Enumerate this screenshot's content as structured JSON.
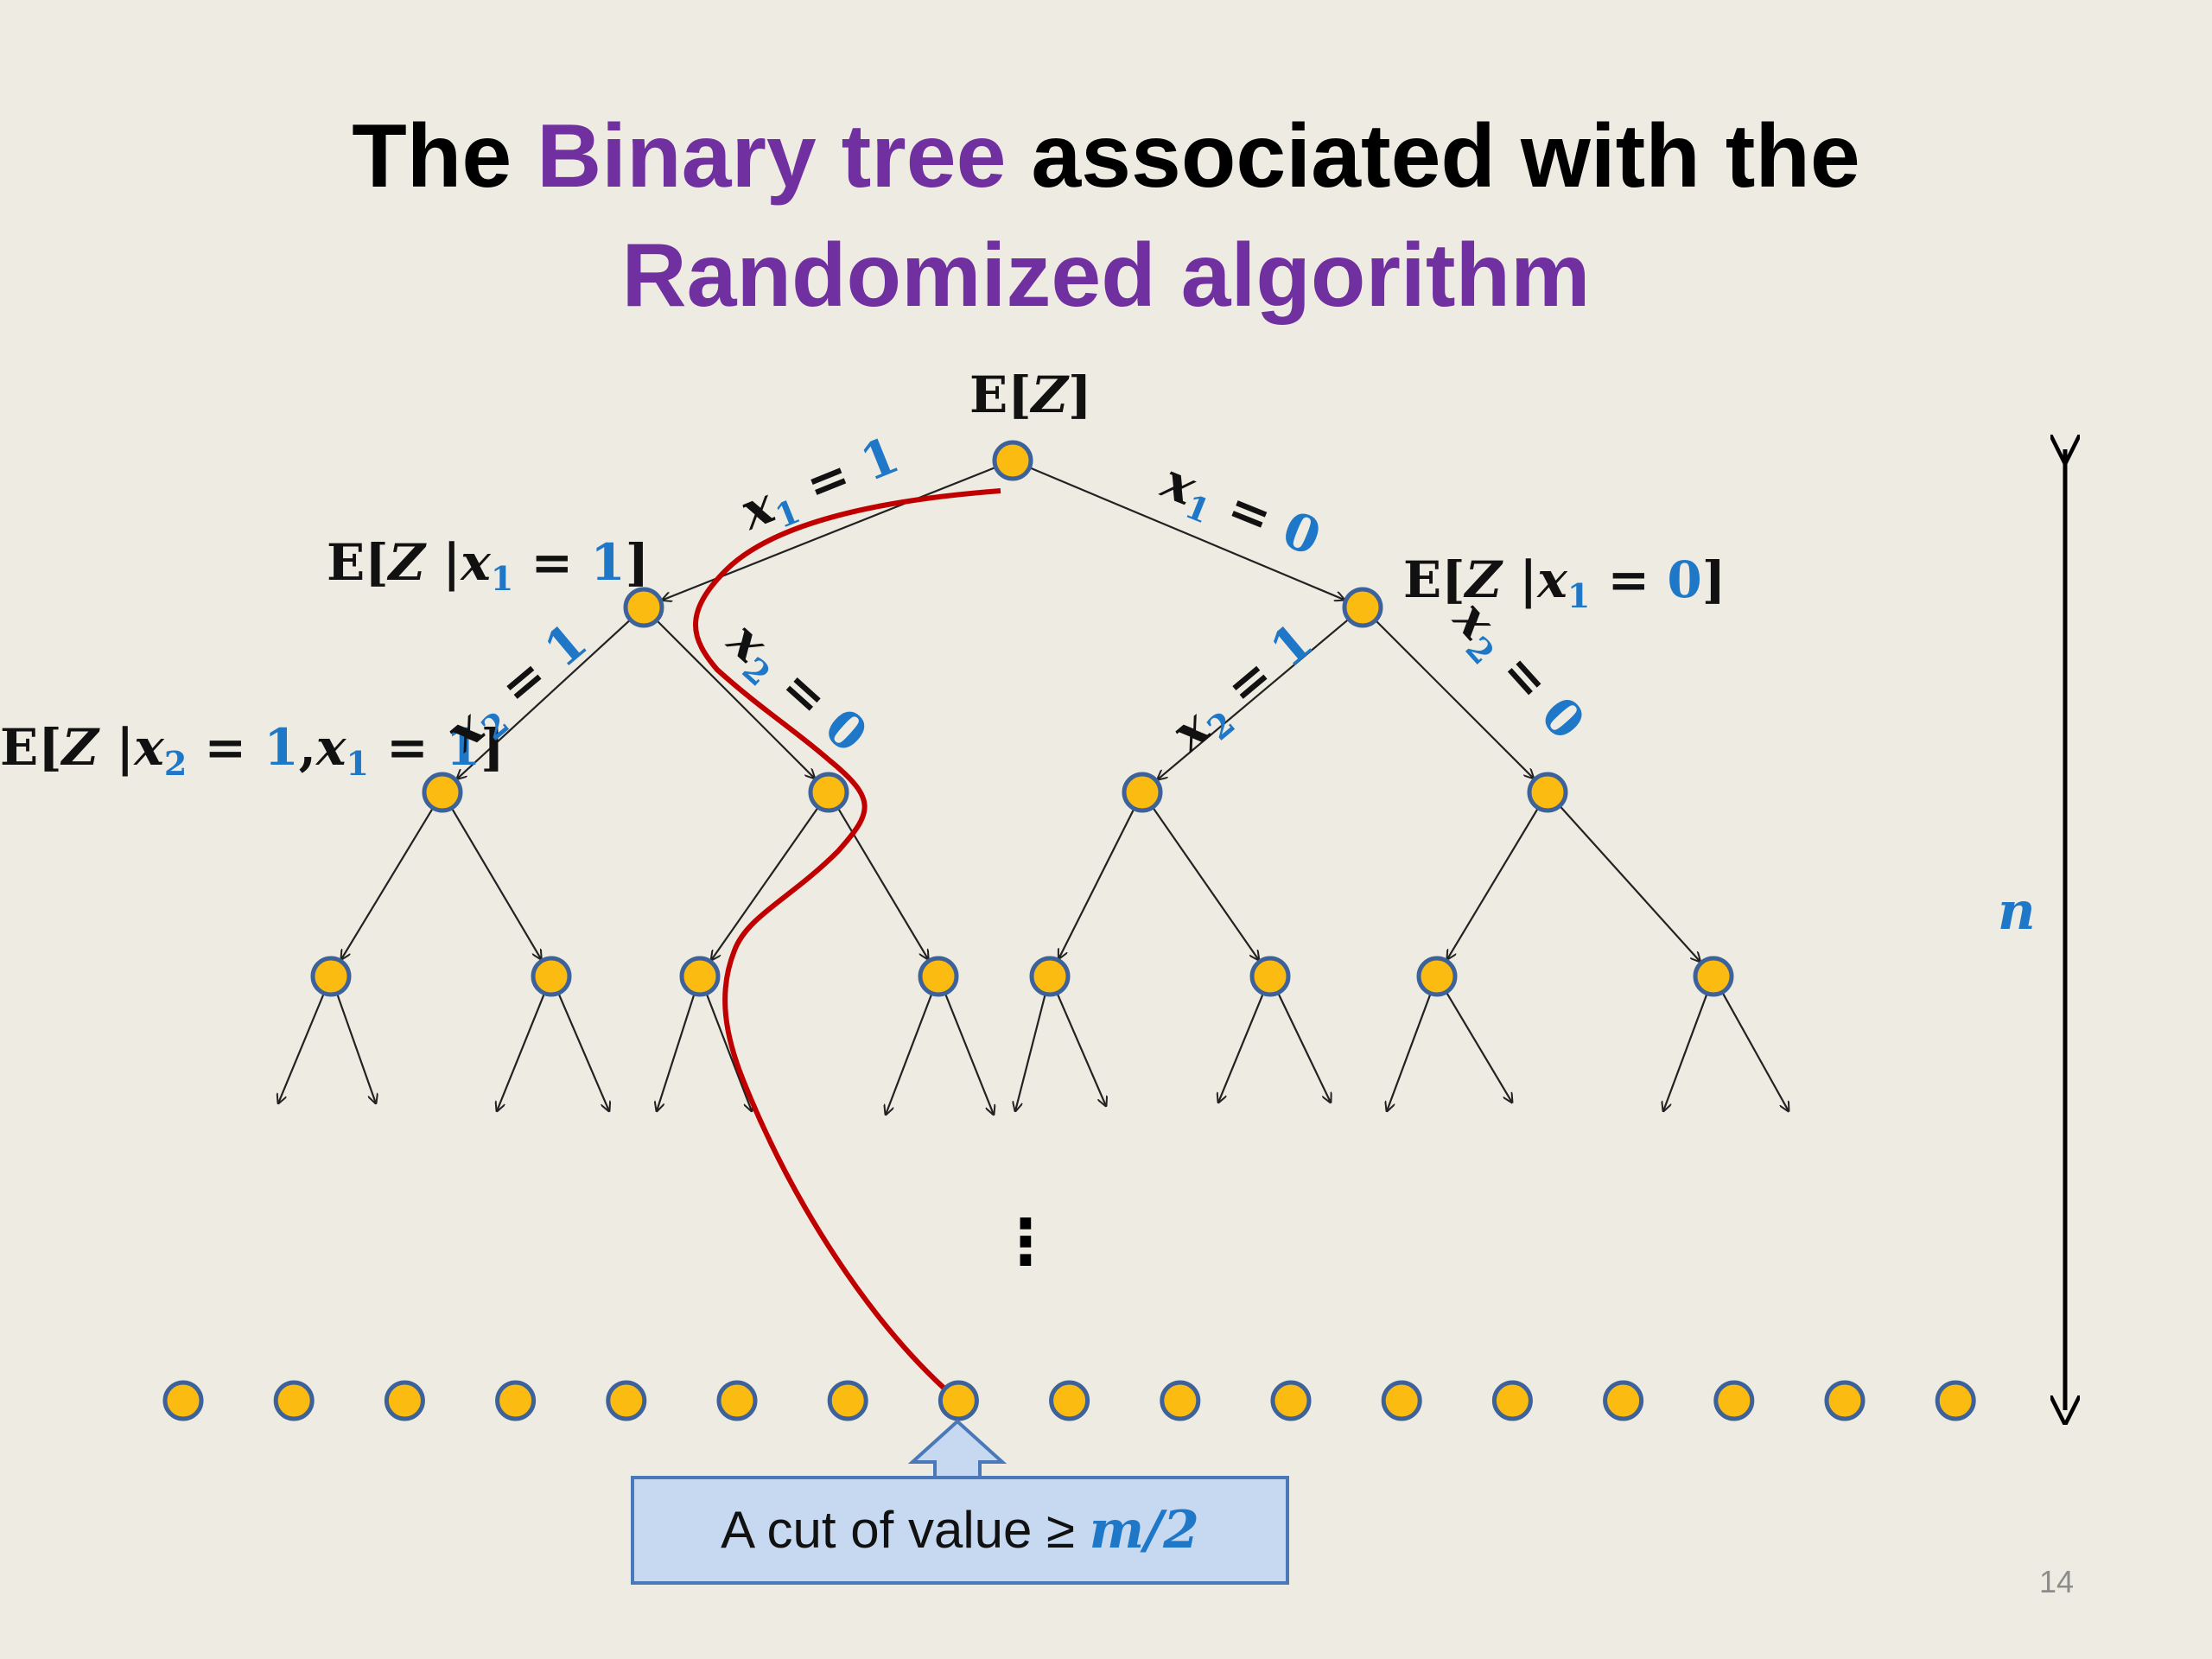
{
  "title": {
    "line1_pre": "The ",
    "line1_highlight": "Binary tree",
    "line1_post": " associated with the",
    "line2_highlight": "Randomized algorithm",
    "highlight_color": "#7030a0"
  },
  "node_labels": {
    "root": {
      "pre": "E[",
      "var": "Z",
      "post": "]"
    },
    "left": {
      "pre": "E[",
      "var": "Z",
      "mid": " |",
      "xvar": "x",
      "sub": "1",
      "eq": " = ",
      "val": "1",
      "post": "]"
    },
    "right": {
      "pre": "E[",
      "var": "Z",
      "mid": " |",
      "xvar": "x",
      "sub": "1",
      "eq": " = ",
      "val": "0",
      "post": "]"
    },
    "leftleft": {
      "pre": "E[",
      "var": "Z",
      "mid": " |",
      "xvar": "x",
      "sub": "2",
      "eq": " = ",
      "val": "1",
      "sep": ",",
      "xvar2": "x",
      "sub2": "1",
      "eq2": " = ",
      "val2": "1",
      "post": "]"
    }
  },
  "edge_labels": {
    "root_left": {
      "var": "x",
      "sub": "1",
      "eq": " = ",
      "val": "1"
    },
    "root_right": {
      "var": "x",
      "sub": "1",
      "eq": " = ",
      "val": "0"
    },
    "left_left": {
      "var": "x",
      "sub": "2",
      "eq": " = ",
      "val": "1"
    },
    "left_right": {
      "var": "x",
      "sub": "2",
      "eq": " = ",
      "val": "0"
    },
    "right_left": {
      "var": "x",
      "sub": "2",
      "eq": " = ",
      "val": "1"
    },
    "right_right": {
      "var": "x",
      "sub": "2",
      "eq": " = ",
      "val": "0"
    }
  },
  "height_label": "n",
  "ellipsis": "⋮",
  "cut_box": {
    "text": "A cut of value ≥ ",
    "math": "m/2"
  },
  "page_number": "14",
  "leaf_count": 17,
  "colors": {
    "node_fill": "#fbbb10",
    "node_stroke": "#3d6199",
    "path": "#c00000",
    "math_blue": "#1f77c8",
    "background": "#eeebe2"
  }
}
